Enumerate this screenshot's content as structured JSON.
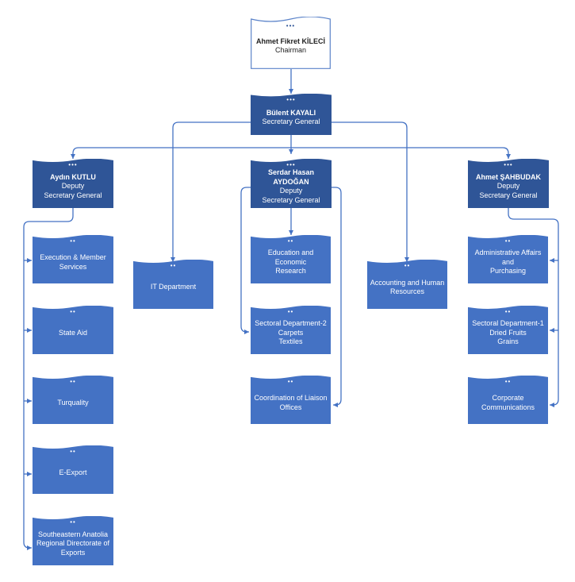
{
  "chairman": {
    "name": "Ahmet Fikret KİLECİ",
    "title": "Chairman"
  },
  "secretary_general": {
    "name": "Bülent KAYALI",
    "title": "Secretary General"
  },
  "deputy_left": {
    "name": "Aydın KUTLU",
    "line1": "Deputy",
    "line2": "Secretary General"
  },
  "deputy_center": {
    "name": "Serdar Hasan AYDOĞAN",
    "line1": "Deputy",
    "line2": "Secretary General"
  },
  "deputy_right": {
    "name": "Ahmet ŞAHBUDAK",
    "line1": "Deputy",
    "line2": "Secretary General"
  },
  "it_department": {
    "label": "IT Department"
  },
  "accounting": {
    "line1": "Accounting and Human",
    "line2": "Resources"
  },
  "left_units": [
    {
      "line1": "Execution & Member",
      "line2": "Services"
    },
    {
      "line1": "State Aid"
    },
    {
      "line1": "Turquality"
    },
    {
      "line1": "E-Export"
    },
    {
      "line1": "Southeastern Anatolia",
      "line2": "Regional Directorate of",
      "line3": "Exports"
    }
  ],
  "center_units": [
    {
      "line1": "Education and Economic",
      "line2": "Research"
    },
    {
      "line1": "Sectoral Department-2",
      "line2": "Carpets",
      "line3": "Textiles"
    },
    {
      "line1": "Coordination of Liaison",
      "line2": "Offices"
    }
  ],
  "right_units": [
    {
      "line1": "Administrative Affairs and",
      "line2": "Purchasing"
    },
    {
      "line1": "Sectoral Department-1",
      "line2": "Dried Fruits",
      "line3": "Grains"
    },
    {
      "line1": "Corporate",
      "line2": "Communications"
    }
  ],
  "colors": {
    "node": "#4472c4",
    "node_dark": "#2f5597",
    "connector": "#4472c4",
    "border": "#5b83c9"
  },
  "icons": {
    "dots": "•••",
    "dots_small": "••"
  }
}
